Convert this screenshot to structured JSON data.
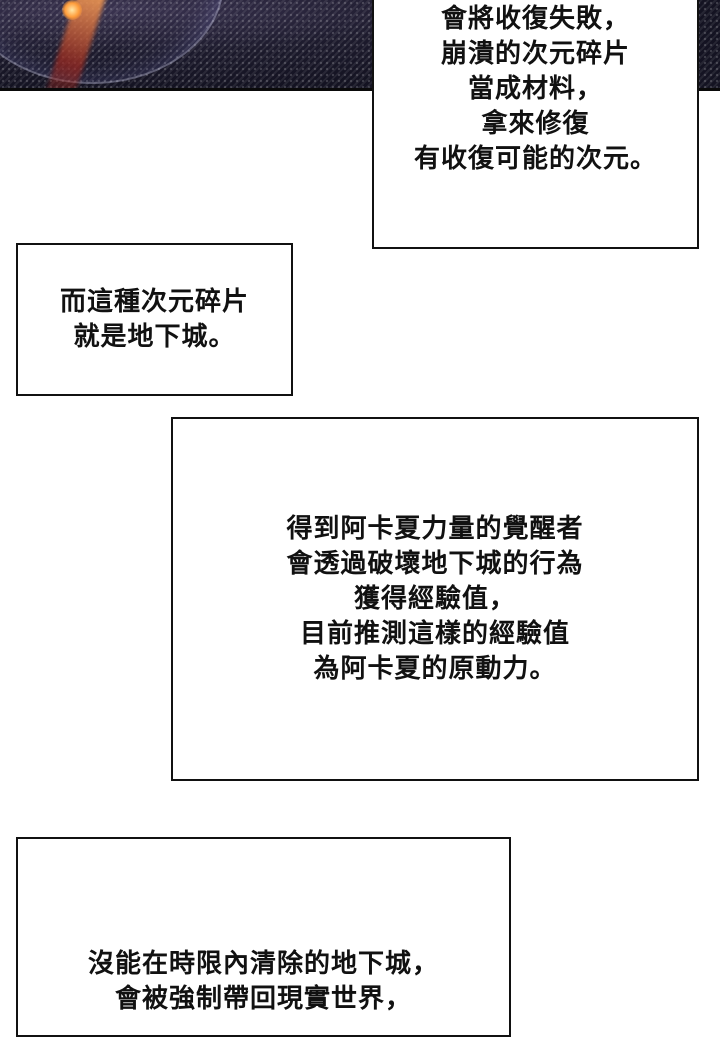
{
  "panels": {
    "box1": {
      "lines": [
        "會將收復失敗，",
        "崩潰的次元碎片",
        "當成材料，",
        "拿來修復",
        "有收復可能的次元。"
      ]
    },
    "box2": {
      "lines": [
        "而這種次元碎片",
        "就是地下城。"
      ]
    },
    "box3": {
      "lines": [
        "得到阿卡夏力量的覺醒者",
        "會透過破壞地下城的行為",
        "獲得經驗值，",
        "目前推測這樣的經驗值",
        "為阿卡夏的原動力。"
      ]
    },
    "box4": {
      "lines": [
        "沒能在時限內清除的地下城，",
        "會被強制帶回現實世界，"
      ]
    }
  },
  "colors": {
    "border": "#111111",
    "text": "#111111",
    "background": "#ffffff",
    "banner_dark": "#1c1a2c"
  }
}
